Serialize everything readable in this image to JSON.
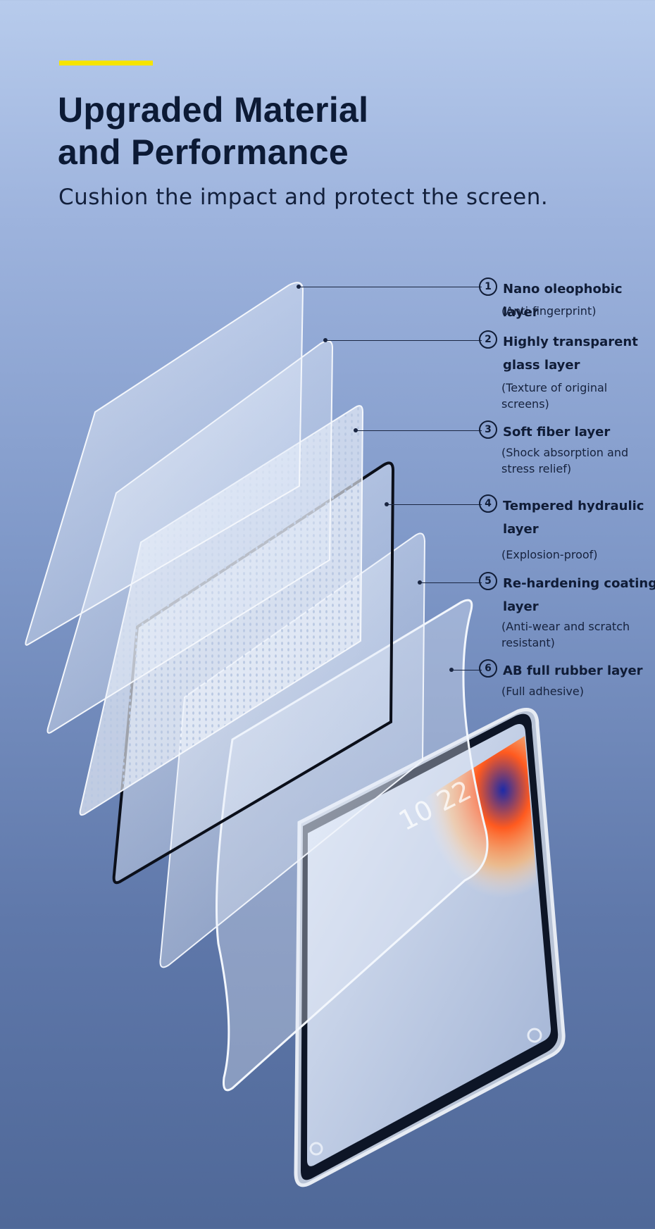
{
  "colors": {
    "accent": "#f5e400",
    "headline": "#0c1a35",
    "background_top": "#b7cbec",
    "background_bottom": "#4f6898"
  },
  "header": {
    "title_line1": "Upgraded Material",
    "title_line2": "and Performance",
    "subtitle": "Cushion the impact and protect the screen."
  },
  "layers": [
    {
      "number": "1",
      "name": "Nano oleophobic layer",
      "note": "(Anti-fingerprint)"
    },
    {
      "number": "2",
      "name": "Highly transparent glass layer",
      "note": "(Texture of original screens)"
    },
    {
      "number": "3",
      "name": "Soft fiber layer",
      "note": "(Shock absorption and stress relief)"
    },
    {
      "number": "4",
      "name": "Tempered hydraulic layer",
      "note": "(Explosion-proof)"
    },
    {
      "number": "5",
      "name": "Re-hardening coating layer",
      "note": "(Anti-wear and scratch resistant)"
    },
    {
      "number": "6",
      "name": "AB full rubber layer",
      "note": "(Full adhesive)"
    }
  ],
  "phone": {
    "clock": "10 22"
  },
  "icons": [
    "camera-icon",
    "home-indicator-icon"
  ]
}
